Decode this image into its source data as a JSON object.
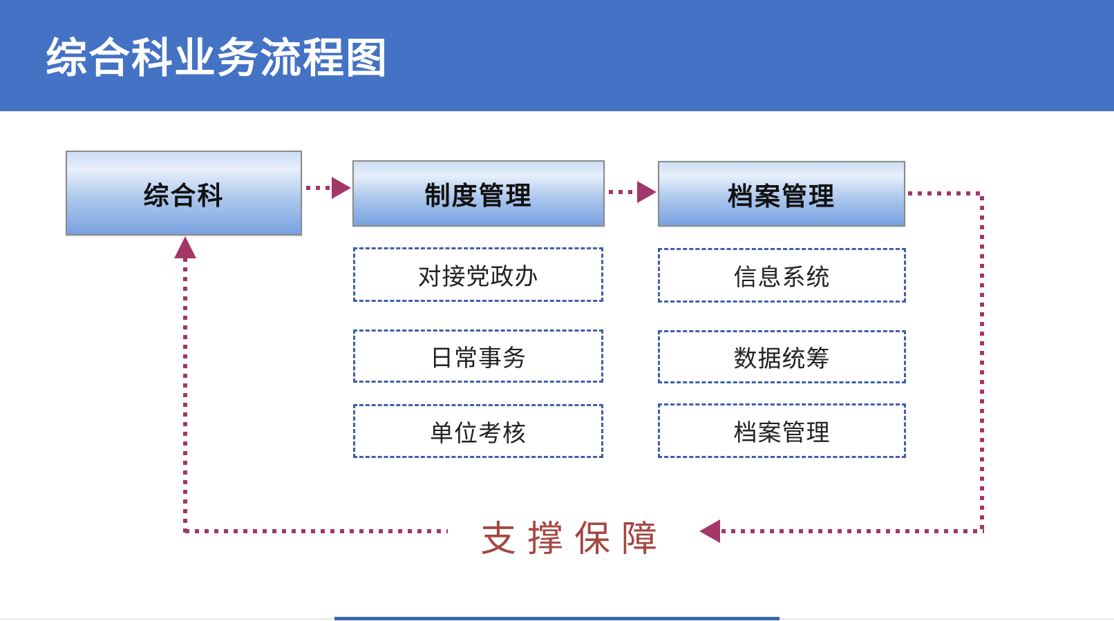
{
  "header": {
    "title": "综合科业务流程图"
  },
  "flow": {
    "main_boxes": [
      {
        "label": "综合科"
      },
      {
        "label": "制度管理"
      },
      {
        "label": "档案管理"
      }
    ],
    "system_items": [
      "对接党政办",
      "日常事务",
      "单位考核"
    ],
    "archive_items": [
      "信息系统",
      "数据统筹",
      "档案管理"
    ],
    "support_label": "支撑保障"
  },
  "colors": {
    "header_bg": "#4472C4",
    "title_text": "#FFFFFF",
    "box_border": "#8A8A8A",
    "box_grad_top": "#cddef5",
    "box_grad_light": "#e7effa",
    "box_grad_mid": "#aac6ec",
    "box_grad_bottom": "#7aa2e1",
    "box_text": "#111111",
    "dashed_border": "#3D5FA8",
    "sub_text": "#222222",
    "arrow": "#A23768",
    "support_text": "#A54642",
    "progress_blue": "#3A68AE",
    "progress_track": "#E6E6E6"
  }
}
